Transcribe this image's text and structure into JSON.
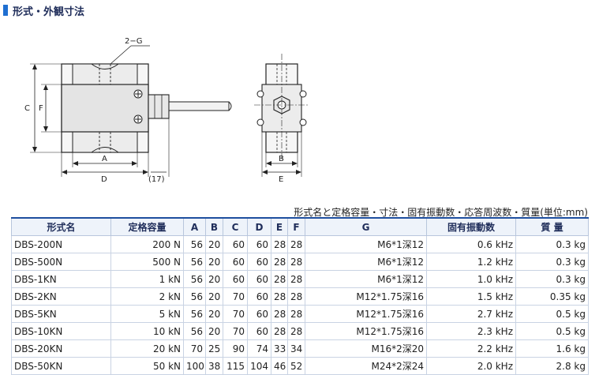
{
  "page": {
    "heading": "形式・外観寸法"
  },
  "drawing": {
    "label_2g": "2−G",
    "label_c": "C",
    "label_f": "F",
    "label_a": "A",
    "label_d": "D",
    "label_17": "(17)",
    "label_b": "B",
    "label_e": "E"
  },
  "table": {
    "caption": "形式名と定格容量・寸法・固有振動数・応答周波数・質量(単位:mm)",
    "headers": [
      "形式名",
      "定格容量",
      "A",
      "B",
      "C",
      "D",
      "E",
      "F",
      "G",
      "固有振動数",
      "質 量"
    ],
    "rows": [
      [
        "DBS-200N",
        "200 N",
        "56",
        "20",
        "60",
        "60",
        "28",
        "28",
        "M6*1深12",
        "0.6 kHz",
        "0.3 kg"
      ],
      [
        "DBS-500N",
        "500 N",
        "56",
        "20",
        "60",
        "60",
        "28",
        "28",
        "M6*1深12",
        "1.2 kHz",
        "0.3 kg"
      ],
      [
        "DBS-1KN",
        "1 kN",
        "56",
        "20",
        "60",
        "60",
        "28",
        "28",
        "M6*1深12",
        "1.0 kHz",
        "0.3 kg"
      ],
      [
        "DBS-2KN",
        "2 kN",
        "56",
        "20",
        "70",
        "60",
        "28",
        "28",
        "M12*1.75深16",
        "1.5 kHz",
        "0.35 kg"
      ],
      [
        "DBS-5KN",
        "5 kN",
        "56",
        "20",
        "70",
        "60",
        "28",
        "28",
        "M12*1.75深16",
        "2.7 kHz",
        "0.5 kg"
      ],
      [
        "DBS-10KN",
        "10 kN",
        "56",
        "20",
        "70",
        "60",
        "28",
        "28",
        "M12*1.75深16",
        "2.3 kHz",
        "0.5 kg"
      ],
      [
        "DBS-20KN",
        "20 kN",
        "70",
        "25",
        "90",
        "74",
        "33",
        "34",
        "M16*2深20",
        "2.2 kHz",
        "1.6 kg"
      ],
      [
        "DBS-50KN",
        "50 kN",
        "100",
        "38",
        "115",
        "104",
        "46",
        "52",
        "M24*2深24",
        "2.0 kHz",
        "2.8 kg"
      ]
    ]
  }
}
